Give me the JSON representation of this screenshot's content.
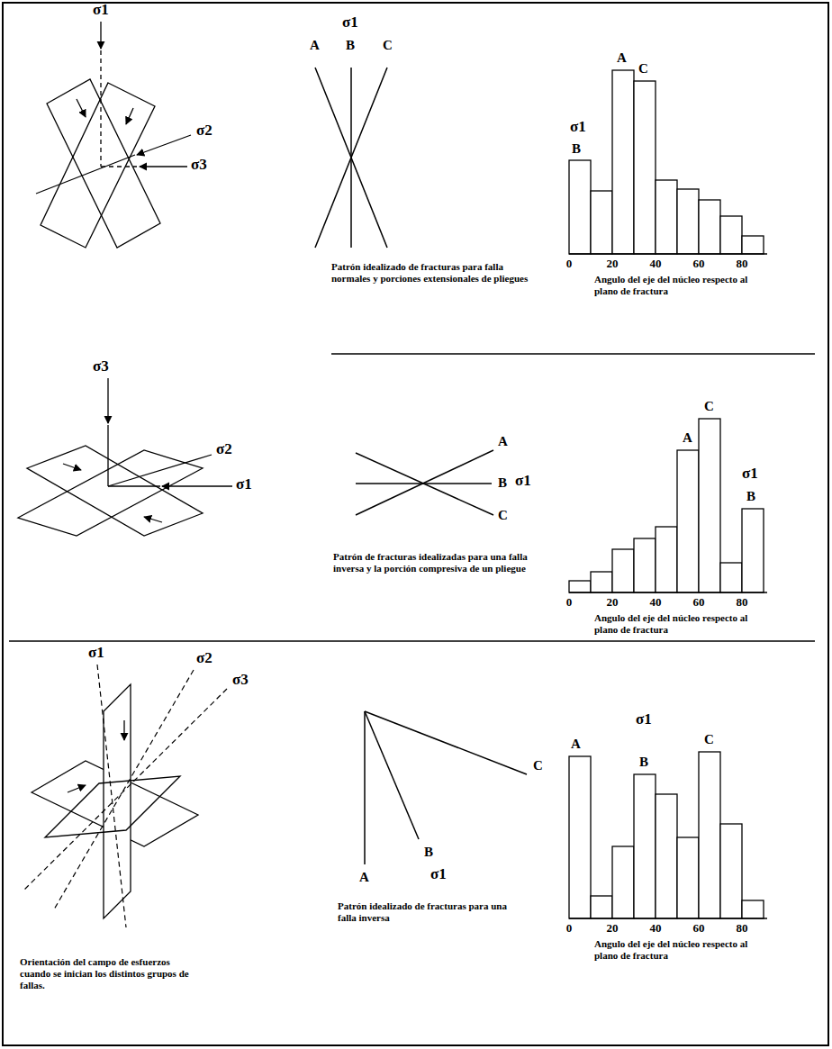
{
  "diagram": {
    "labels": [
      "σ1",
      "σ2",
      "σ3",
      "σ1",
      "A",
      "B",
      "C",
      "Patrón idealizado de fracturas para falla normales y porciones extensionales de pliegues",
      "A",
      "C",
      "σ1",
      "B",
      "0",
      "20",
      "40",
      "60",
      "80",
      "Angulo del eje del núcleo respecto al plano de fractura",
      "σ3",
      "σ2",
      "σ1",
      "A",
      "B",
      "σ1",
      "C",
      "Patrón de fracturas idealizadas para una falla inversa y la porción compresiva de un pliegue",
      "A",
      "C",
      "σ1",
      "B",
      "0",
      "20",
      "40",
      "60",
      "80",
      "Angulo del eje del núcleo respecto al plano de fractura",
      "σ1",
      "σ2",
      "σ3",
      "Orientación del campo de esfuerzos cuando se inician los distintos grupos de fallas.",
      "C",
      "A",
      "B",
      "σ1",
      "Patrón idealizado de fracturas para una falla inversa",
      "A",
      "σ1",
      "B",
      "C",
      "0",
      "20",
      "40",
      "60",
      "80",
      "Angulo del eje del núcleo respecto al plano de fractura"
    ]
  }
}
